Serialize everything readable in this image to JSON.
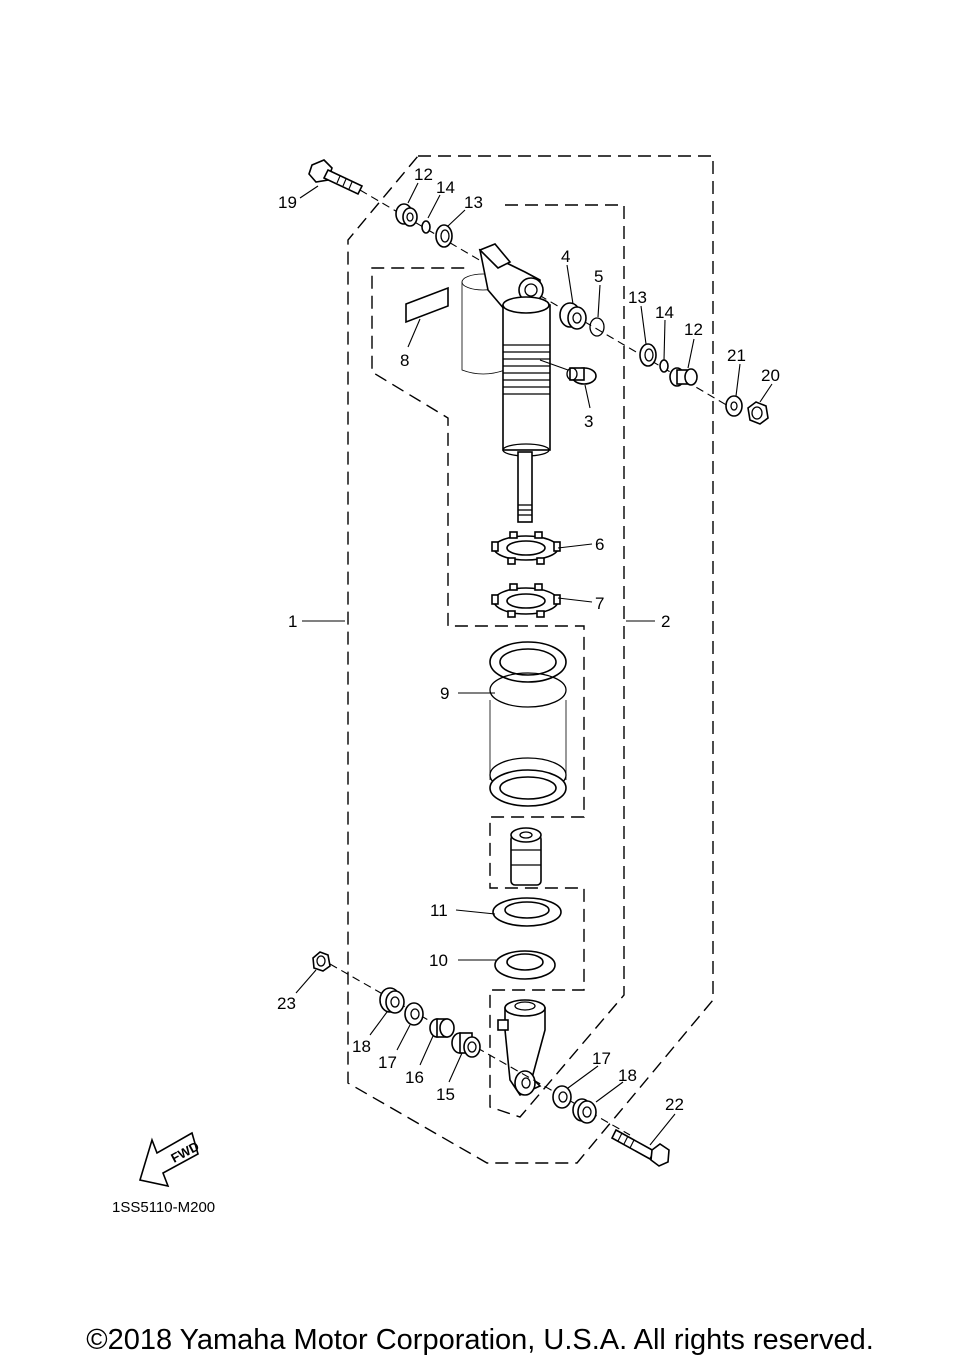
{
  "diagram": {
    "callouts": [
      "1",
      "2",
      "3",
      "4",
      "5",
      "6",
      "7",
      "8",
      "9",
      "10",
      "11",
      "12",
      "12",
      "13",
      "13",
      "14",
      "14",
      "15",
      "16",
      "17",
      "17",
      "18",
      "18",
      "19",
      "20",
      "21",
      "22",
      "23"
    ],
    "drawing_code": "1SS5110-M200",
    "fwd_label": "FWD",
    "copyright": "©2018 Yamaha Motor Corporation, U.S.A. All rights reserved."
  }
}
